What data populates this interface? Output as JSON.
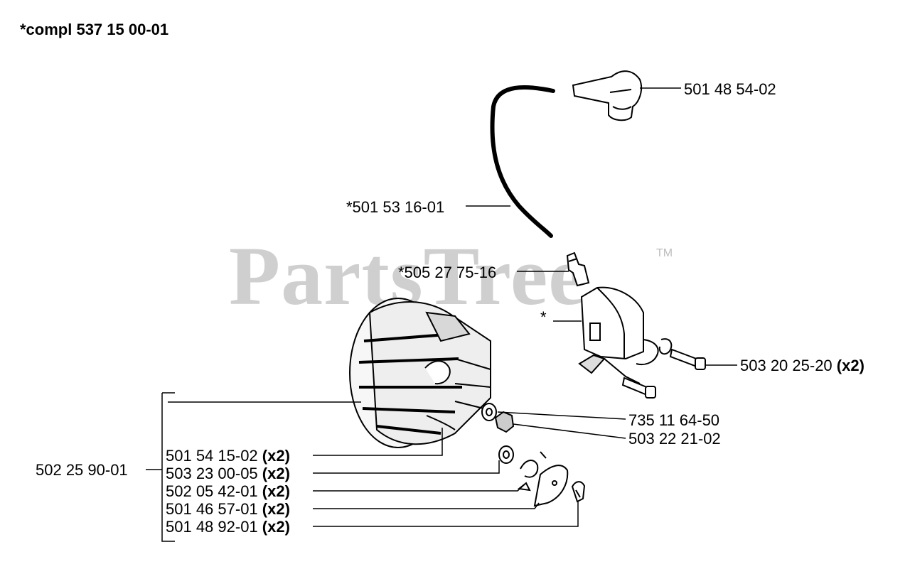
{
  "header": {
    "assembly_label": "*compl 537 15 00-01"
  },
  "watermark": {
    "text": "PartsTree",
    "tm": "TM"
  },
  "parts": {
    "spark_plug_cap": "501 48 54-02",
    "ignition_lead": "*501 53 16-01",
    "connector": "*505 27 75-16",
    "ignition_module_marker": "*",
    "screw_module": "503 20 25-20",
    "screw_module_qty": "(x2)",
    "washer": "735 11 64-50",
    "nut": "503 22 21-02",
    "flywheel_assembly": "502 25 90-01",
    "item_1": "501 54 15-02",
    "item_1_qty": "(x2)",
    "item_2": "503 23 00-05",
    "item_2_qty": "(x2)",
    "item_3": "502 05 42-01",
    "item_3_qty": "(x2)",
    "item_4": "501 46 57-01",
    "item_4_qty": "(x2)",
    "item_5": "501 48 92-01",
    "item_5_qty": "(x2)"
  }
}
